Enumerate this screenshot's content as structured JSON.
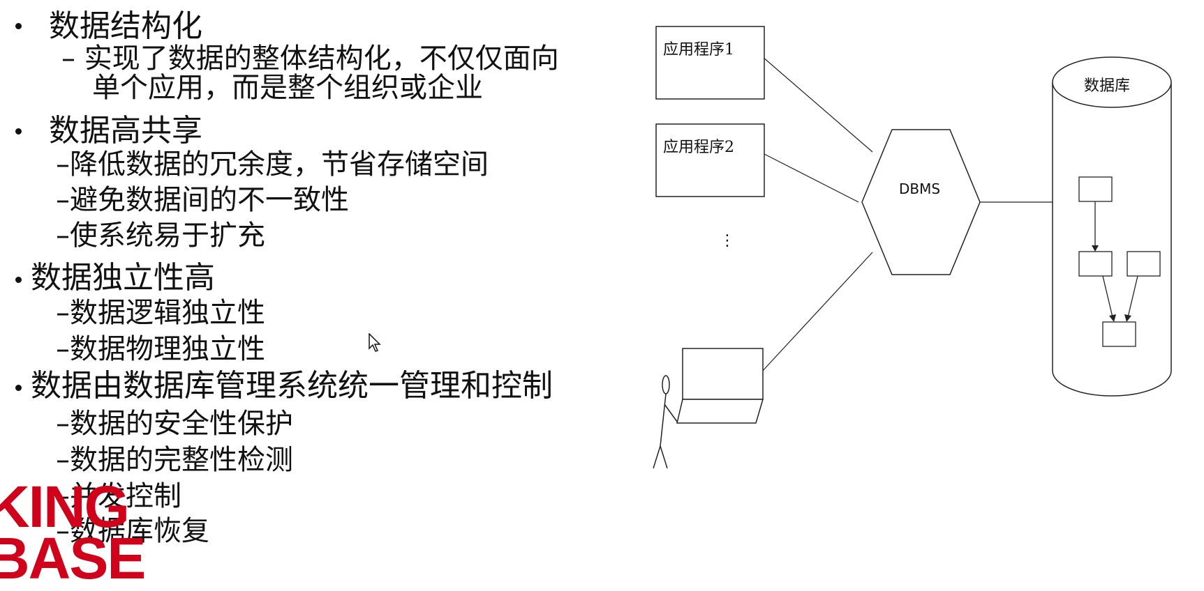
{
  "slide": {
    "sections": [
      {
        "bullet": "数据结构化",
        "items": [
          "– 实现了数据的整体结构化，不仅仅面向",
          "单个应用，而是整个组织或企业"
        ]
      },
      {
        "bullet": "数据高共享",
        "items": [
          "–降低数据的冗余度，节省存储空间",
          "–避免数据间的不一致性",
          "–使系统易于扩充"
        ]
      },
      {
        "bullet": "数据独立性高",
        "items": [
          "–数据逻辑独立性",
          "–数据物理独立性"
        ]
      },
      {
        "bullet": "数据由数据库管理系统统一管理和控制",
        "items": [
          "–数据的安全性保护",
          "–数据的完整性检测",
          "–并发控制",
          "–数据库恢复"
        ]
      }
    ]
  },
  "diagram": {
    "app1": "应用程序1",
    "app2": "应用程序2",
    "ellipsis": "⋮",
    "dbms": "DBMS",
    "database": "数据库"
  },
  "logo": {
    "line1": "KING",
    "line2": "BASE"
  },
  "colors": {
    "logo": "#d0021b",
    "text": "#111111",
    "lines": "#222222"
  }
}
